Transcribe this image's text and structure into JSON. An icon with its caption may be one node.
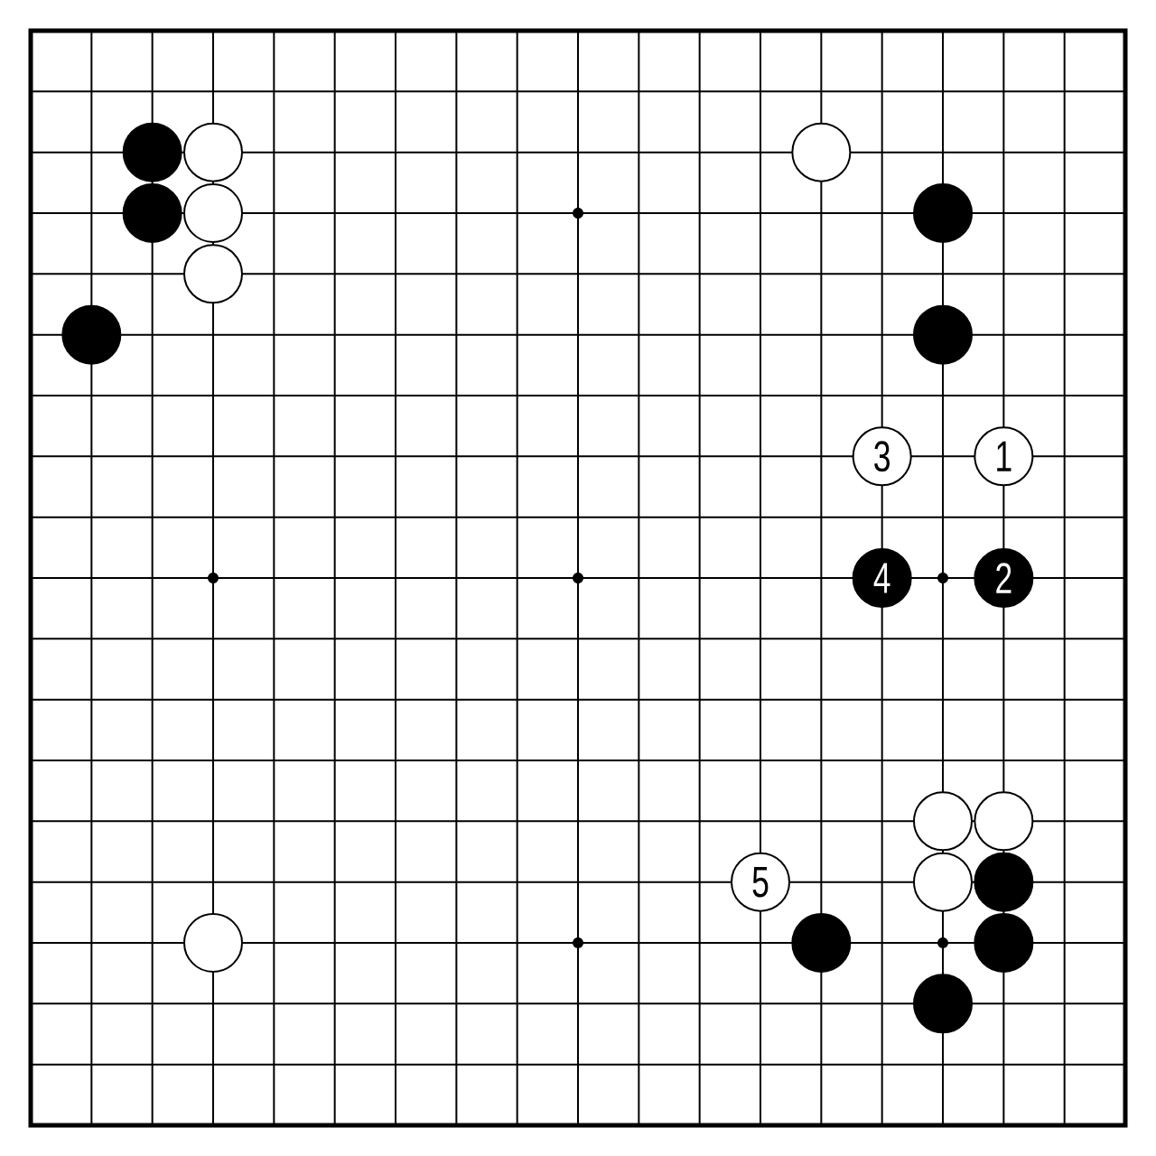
{
  "diagram": {
    "nodes": [
      {
        "text": [],
        "shape": "circle"
      },
      {
        "text": [],
        "shape": "circle"
      },
      {
        "text": [],
        "shape": "circle"
      },
      {
        "text": [],
        "shape": "circle"
      },
      {
        "text": [],
        "shape": "circle"
      },
      {
        "text": [],
        "shape": "circle"
      },
      {
        "text": [],
        "shape": "circle"
      },
      {
        "text": [],
        "shape": "circle"
      },
      {
        "text": [],
        "shape": "circle"
      },
      {
        "text": [
          "3"
        ]
      },
      {
        "text": [
          "1"
        ]
      },
      {
        "text": [
          "4"
        ]
      },
      {
        "text": [
          "2"
        ]
      },
      {
        "text": [],
        "shape": "circle"
      },
      {
        "text": [],
        "shape": "circle"
      },
      {
        "text": [
          "5"
        ]
      },
      {
        "text": [],
        "shape": "circle"
      },
      {
        "text": [],
        "shape": "circle"
      },
      {
        "text": [],
        "shape": "circle"
      },
      {
        "text": [],
        "shape": "circle"
      },
      {
        "text": [],
        "shape": "circle"
      },
      {
        "text": [],
        "shape": "circle"
      }
    ]
  }
}
